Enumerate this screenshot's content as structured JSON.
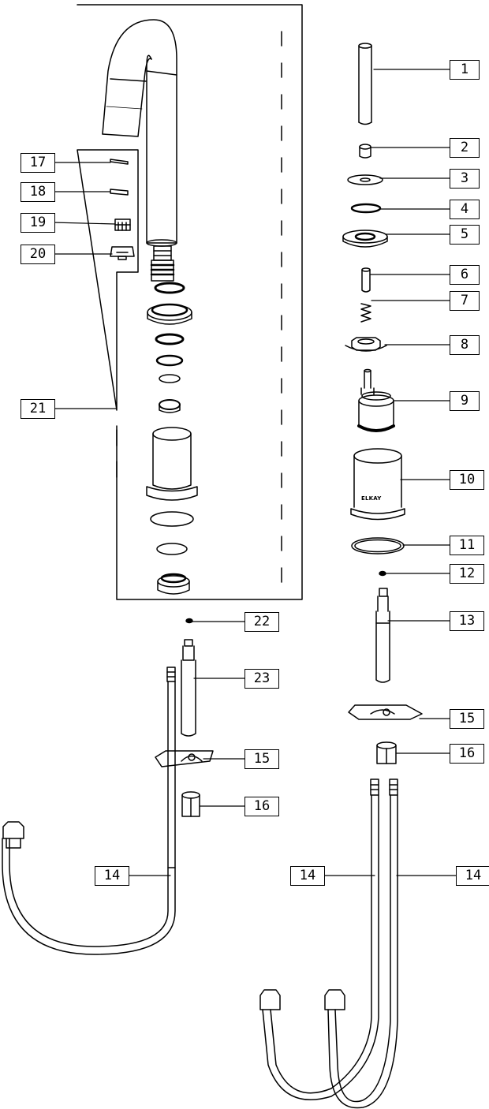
{
  "diagram": {
    "type": "exploded-parts-view",
    "part_labels": [
      "1",
      "2",
      "3",
      "4",
      "5",
      "6",
      "7",
      "8",
      "9",
      "10",
      "11",
      "12",
      "13",
      "14",
      "15",
      "16",
      "17",
      "18",
      "19",
      "20",
      "21",
      "22",
      "23"
    ],
    "brand_mark": "ELKAY",
    "line_color": "#000000",
    "background": "#ffffff"
  }
}
